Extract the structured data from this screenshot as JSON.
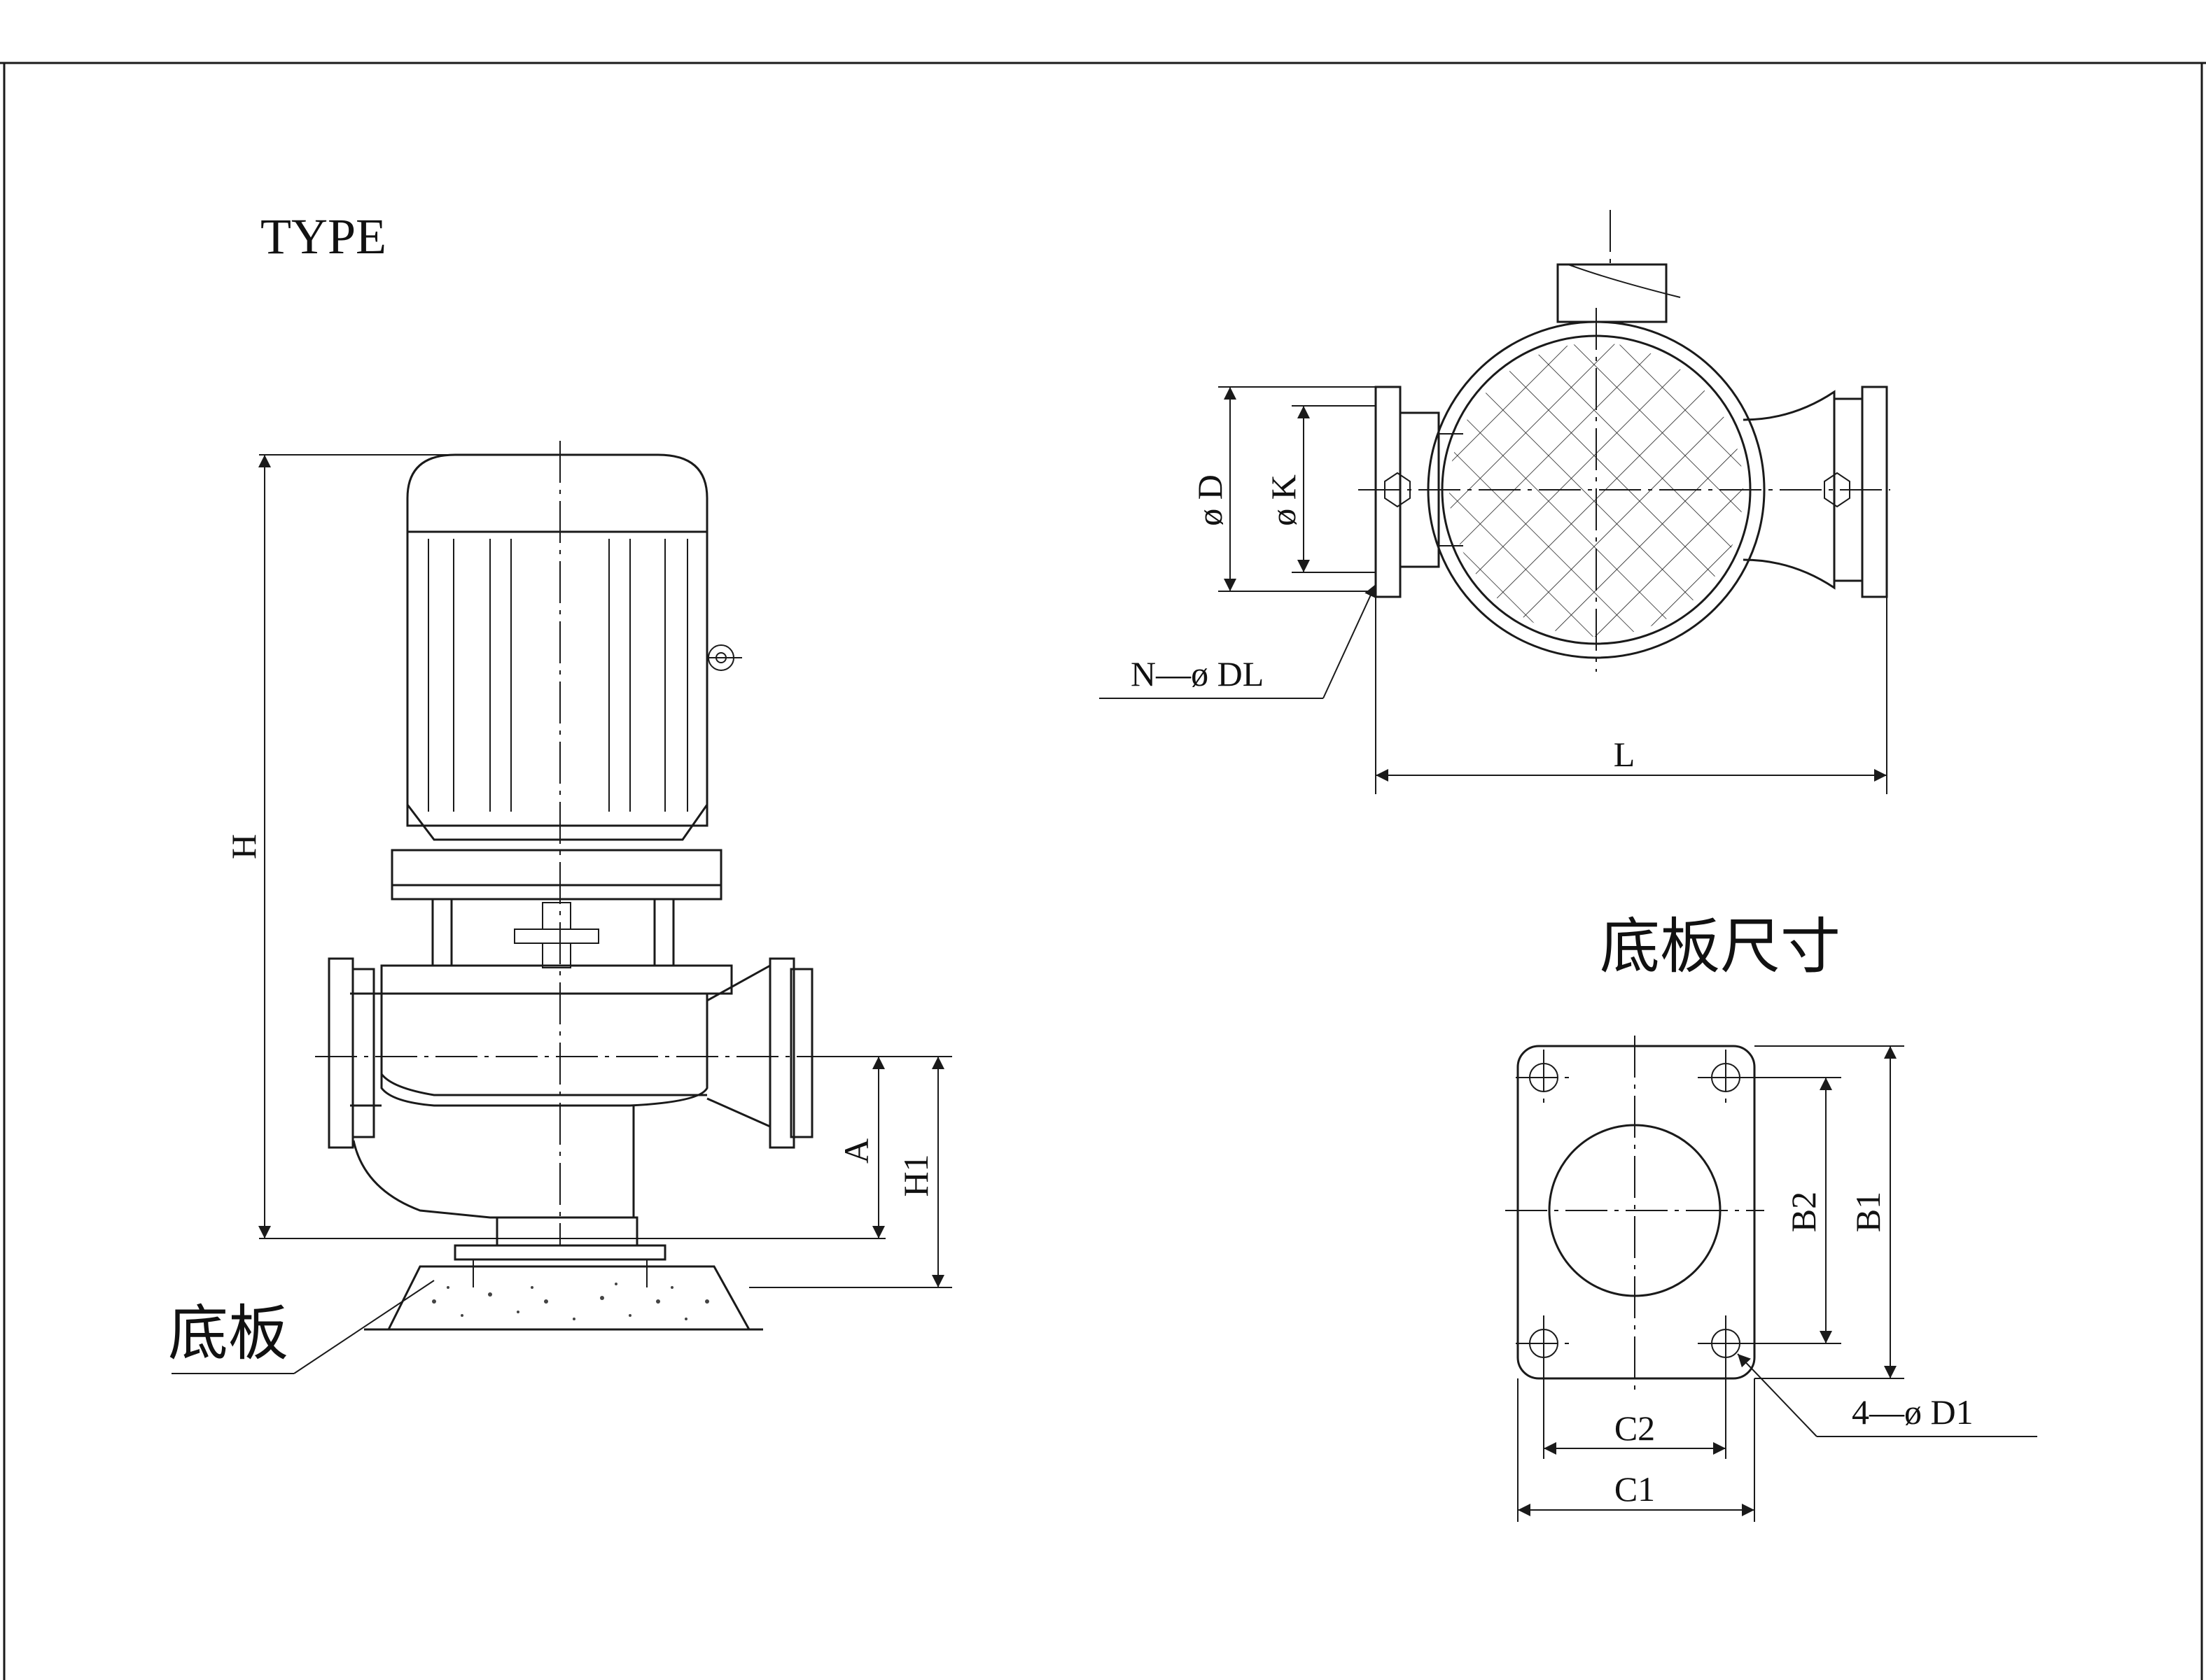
{
  "title": "TYPE",
  "elevation": {
    "dims": {
      "height": "H",
      "inlet_height": "A",
      "total_height": "H1"
    },
    "base_label": "底板"
  },
  "plan": {
    "dims": {
      "flange_od": "ø D",
      "bolt_circle": "ø K",
      "bolt_holes": "N—ø DL",
      "length": "L"
    }
  },
  "baseplate": {
    "title": "底板尺寸",
    "dims": {
      "outer_width": "C1",
      "hole_pitch_x": "C2",
      "outer_depth": "B1",
      "hole_pitch_y": "B2",
      "holes": "4—ø D1"
    }
  }
}
